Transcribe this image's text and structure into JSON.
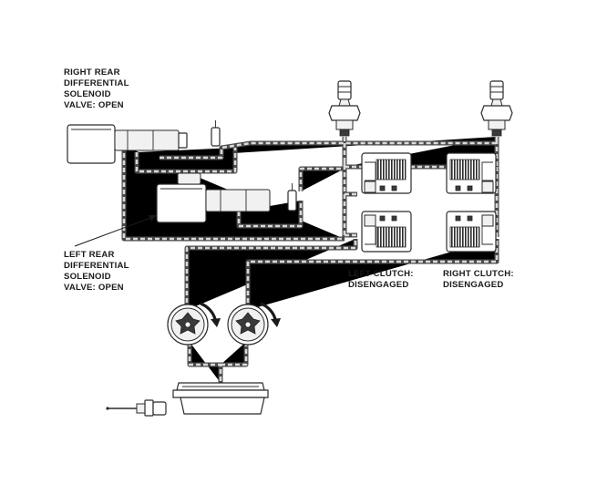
{
  "labels": {
    "right_valve": [
      "RIGHT REAR",
      "DIFFERENTIAL",
      "SOLENOID",
      "VALVE: OPEN"
    ],
    "left_valve": [
      "LEFT REAR",
      "DIFFERENTIAL",
      "SOLENOID",
      "VALVE: OPEN"
    ],
    "left_clutch": [
      "LEFT CLUTCH:",
      "DISENGAGED"
    ],
    "right_clutch": [
      "RIGHT CLUTCH:",
      "DISENGAGED"
    ]
  },
  "icons": [
    "solenoid-valve-icon",
    "pressure-switch-icon",
    "clutch-pack-icon",
    "gear-pump-icon",
    "oil-reservoir-icon",
    "temperature-sensor-icon",
    "rotation-arrow-icon"
  ],
  "colors": {
    "line": "#2b2b2b",
    "pipe_wall": "#4a4a4a",
    "pipe_fluid": "#d9d9d9"
  }
}
